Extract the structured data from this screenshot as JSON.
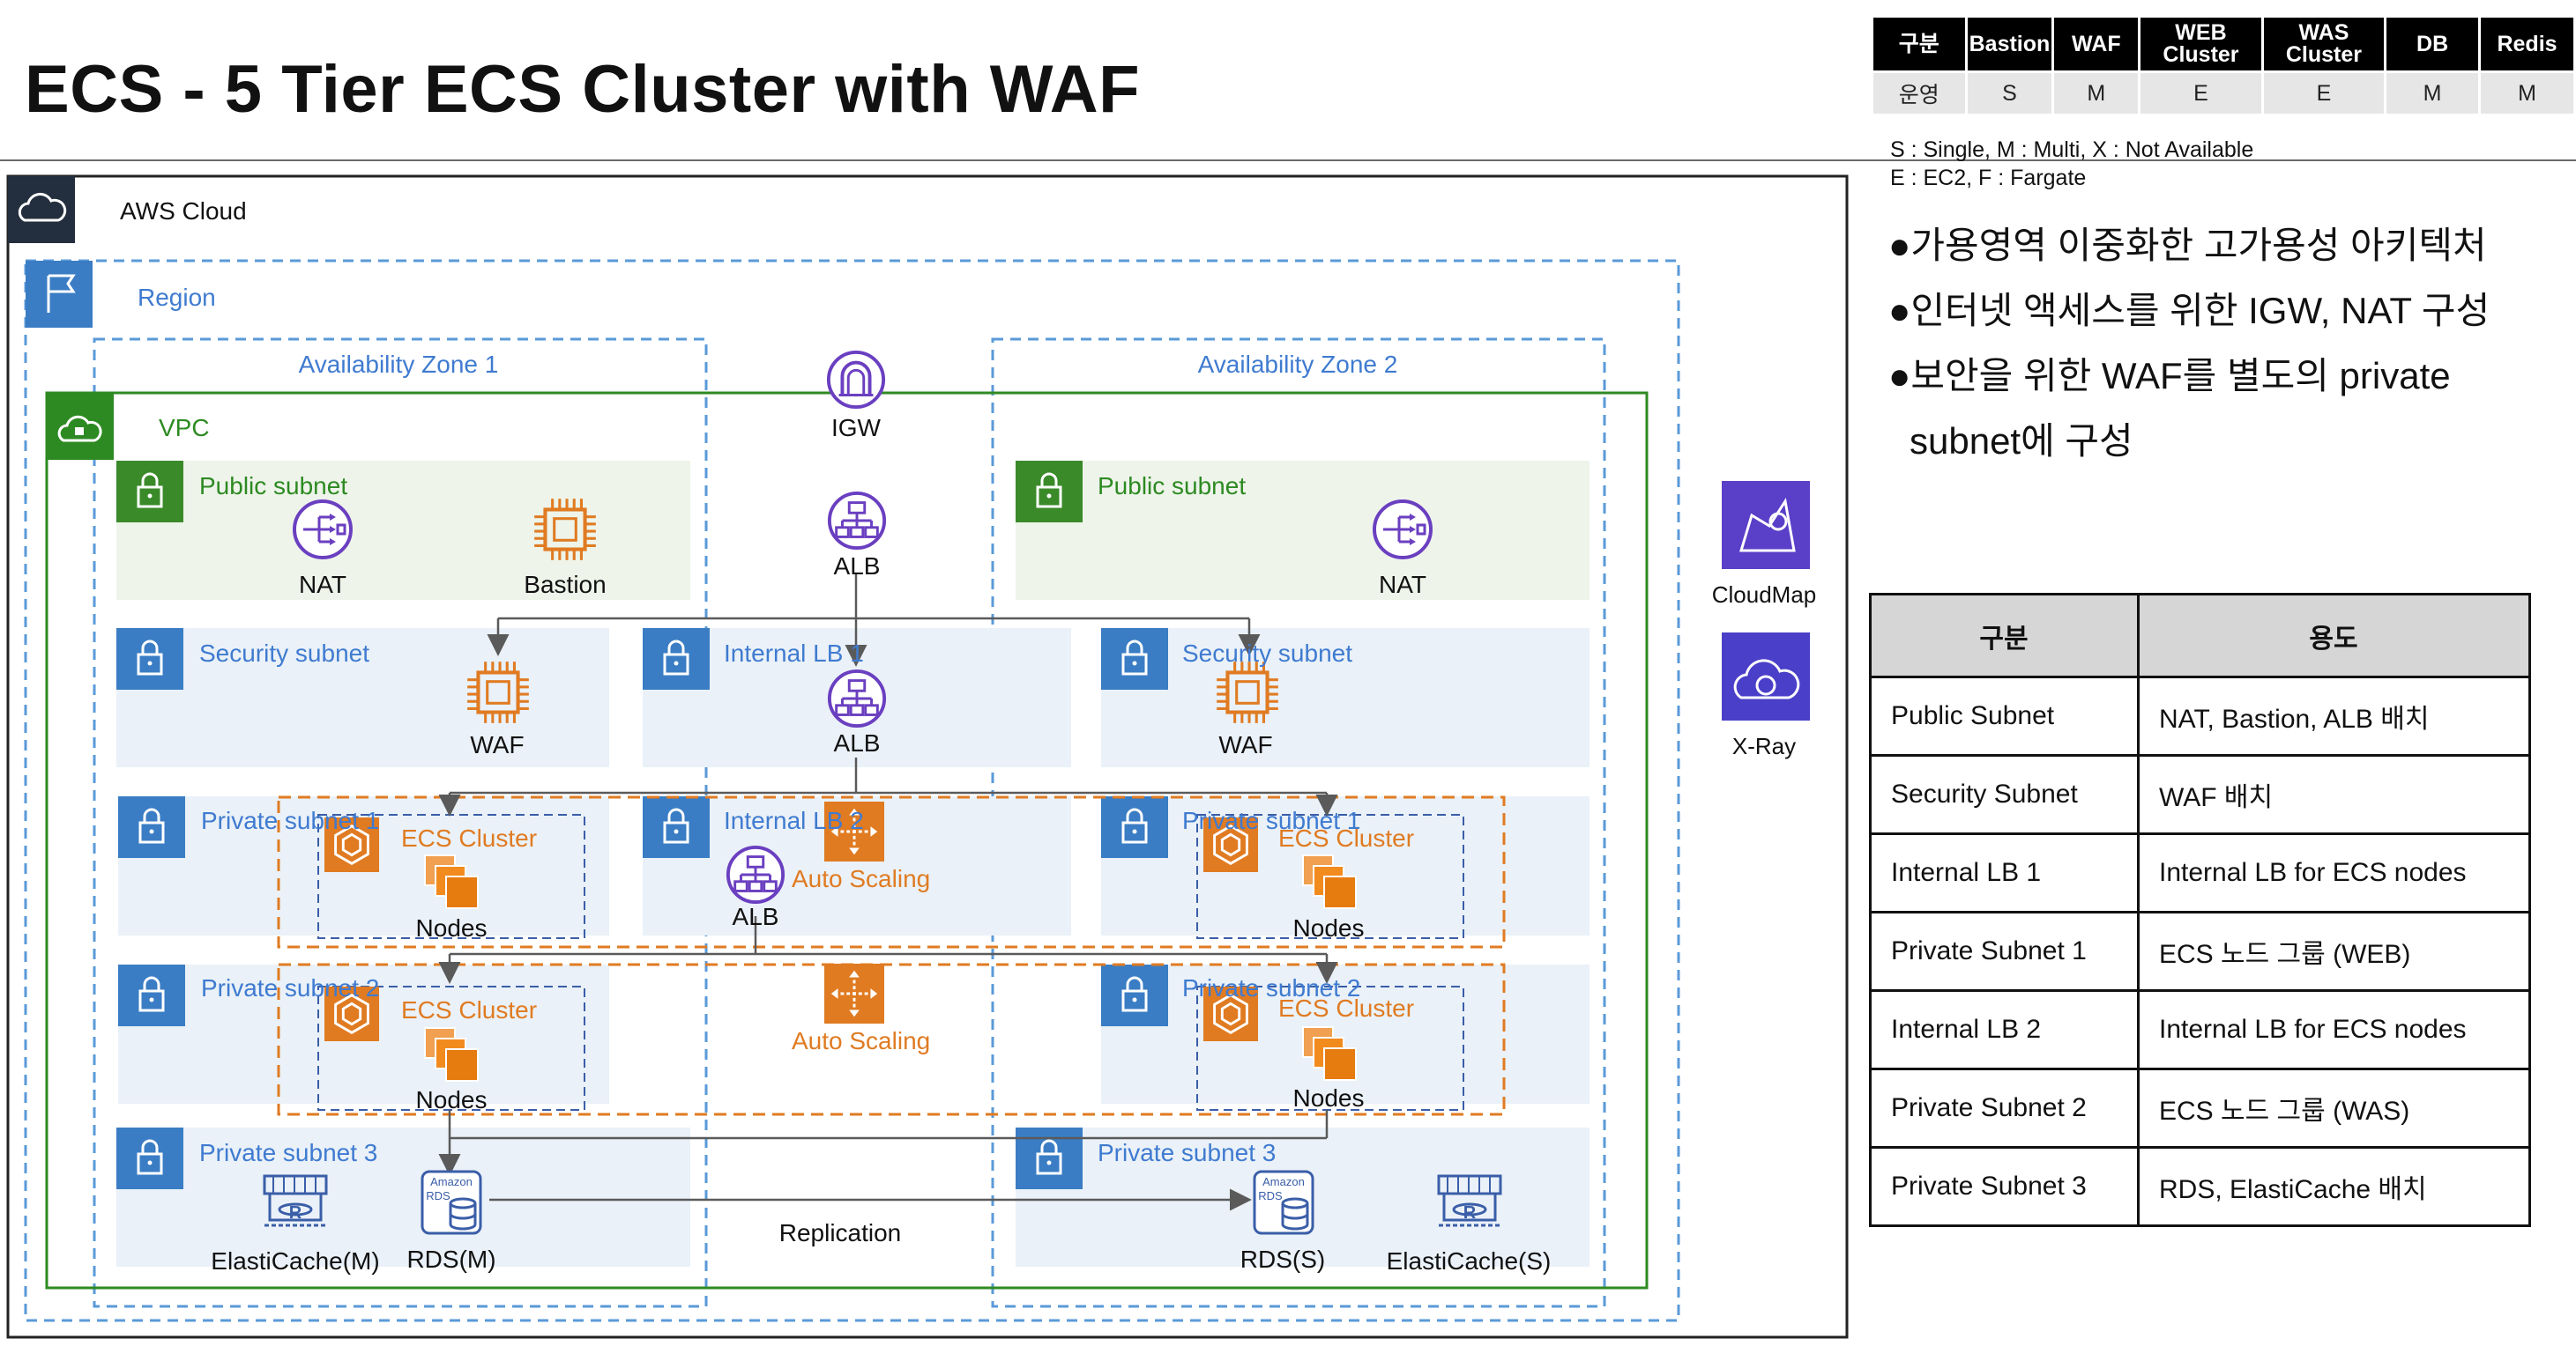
{
  "title": "ECS - 5 Tier ECS Cluster with WAF",
  "colors": {
    "blue": "#3f7bd0",
    "green": "#2d8a22",
    "orange": "#e07b22",
    "purple": "#7b49c6",
    "subnet_green": "#eef4ea",
    "subnet_blue": "#eaf1f8"
  },
  "diagram": {
    "aws_cloud": "AWS Cloud",
    "region": "Region",
    "vpc": "VPC",
    "az1": "Availability Zone 1",
    "az2": "Availability Zone 2",
    "igw": "IGW",
    "public_subnet_1": "Public subnet",
    "public_subnet_2": "Public subnet",
    "nat_1": "NAT",
    "bastion": "Bastion",
    "alb_top": "ALB",
    "nat_2": "NAT",
    "security_subnet_1": "Security subnet",
    "internal_lb_1": "Internal LB 1",
    "security_subnet_2": "Security subnet",
    "waf_1": "WAF",
    "alb_mid": "ALB",
    "waf_2": "WAF",
    "private_subnet_1a": "Private subnet 1",
    "internal_lb_2": "Internal LB 2",
    "private_subnet_1b": "Private subnet 1",
    "ecs_cluster_1a": "ECS Cluster",
    "ecs_cluster_1b": "ECS Cluster",
    "nodes_1a": "Nodes",
    "nodes_1b": "Nodes",
    "auto_scaling_1": "Auto Scaling",
    "alb_low": "ALB",
    "private_subnet_2a": "Private subnet 2",
    "private_subnet_2b": "Private subnet 2",
    "ecs_cluster_2a": "ECS Cluster",
    "ecs_cluster_2b": "ECS Cluster",
    "nodes_2a": "Nodes",
    "nodes_2b": "Nodes",
    "auto_scaling_2": "Auto Scaling",
    "private_subnet_3a": "Private subnet 3",
    "private_subnet_3b": "Private subnet 3",
    "elasticache_m": "ElastiCache(M)",
    "rds_m": "RDS(M)",
    "replication": "Replication",
    "rds_s": "RDS(S)",
    "elasticache_s": "ElastiCache(S)",
    "cloudmap": "CloudMap",
    "xray": "X-Ray",
    "amazon_rds_badge": "Amazon RDS"
  },
  "tier_table": {
    "headers": [
      "구분",
      "Bastion",
      "WAF",
      "WEB Cluster",
      "WAS Cluster",
      "DB",
      "Redis"
    ],
    "row": [
      "운영",
      "S",
      "M",
      "E",
      "E",
      "M",
      "M"
    ]
  },
  "legend": [
    "S : Single, M : Multi, X : Not Available",
    "E : EC2, F : Fargate"
  ],
  "bullets": [
    "●가용영역 이중화한 고가용성 아키텍처",
    "●인터넷 액세스를 위한 IGW, NAT 구성",
    "●보안을 위한 WAF를 별도의 private",
    "subnet에 구성"
  ],
  "usage_table": {
    "headers": [
      "구분",
      "용도"
    ],
    "rows": [
      [
        "Public Subnet",
        "NAT, Bastion, ALB 배치"
      ],
      [
        "Security Subnet",
        "WAF 배치"
      ],
      [
        "Internal LB 1",
        "Internal LB for ECS nodes"
      ],
      [
        "Private Subnet 1",
        "ECS 노드 그룹 (WEB)"
      ],
      [
        "Internal LB 2",
        "Internal LB for ECS nodes"
      ],
      [
        "Private Subnet 2",
        "ECS 노드 그룹 (WAS)"
      ],
      [
        "Private Subnet 3",
        "RDS, ElastiCache 배치"
      ]
    ]
  }
}
